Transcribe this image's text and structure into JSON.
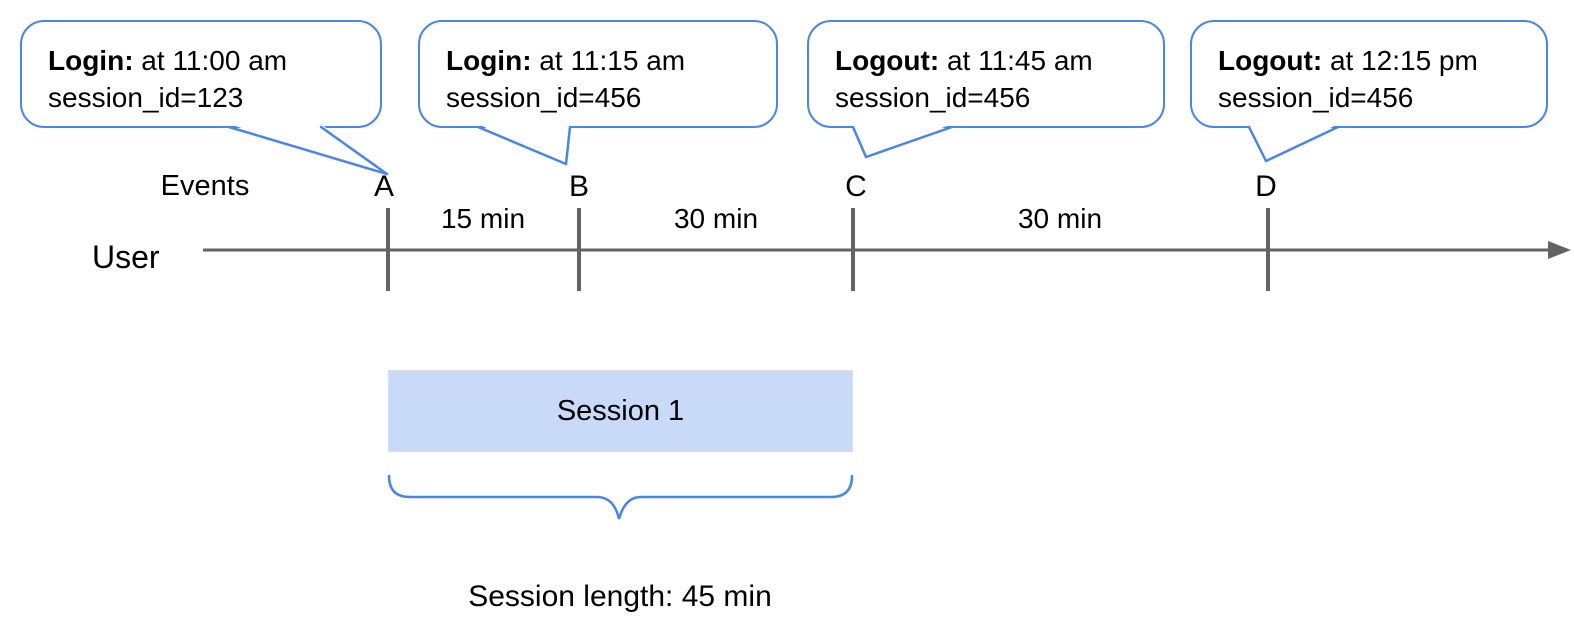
{
  "diagram": {
    "callouts": [
      {
        "bold": "Login:",
        "rest": " at 11:00 am",
        "line2": "session_id=123"
      },
      {
        "bold": "Login:",
        "rest": " at 11:15 am",
        "line2": "session_id=456"
      },
      {
        "bold": "Logout:",
        "rest": " at 11:45 am",
        "line2": "session_id=456"
      },
      {
        "bold": "Logout:",
        "rest": " at 12:15 pm",
        "line2": "session_id=456"
      }
    ],
    "timeline": {
      "row_label": "User",
      "events_label": "Events",
      "events": [
        "A",
        "B",
        "C",
        "D"
      ],
      "intervals": [
        "15 min",
        "30 min",
        "30 min"
      ]
    },
    "session": {
      "label": "Session 1",
      "length_label": "Session length: 45 min"
    },
    "colors": {
      "accent_blue": "#4a86e8",
      "session_fill": "#c9daf8",
      "line_gray": "#636363",
      "text": "#000000"
    }
  }
}
